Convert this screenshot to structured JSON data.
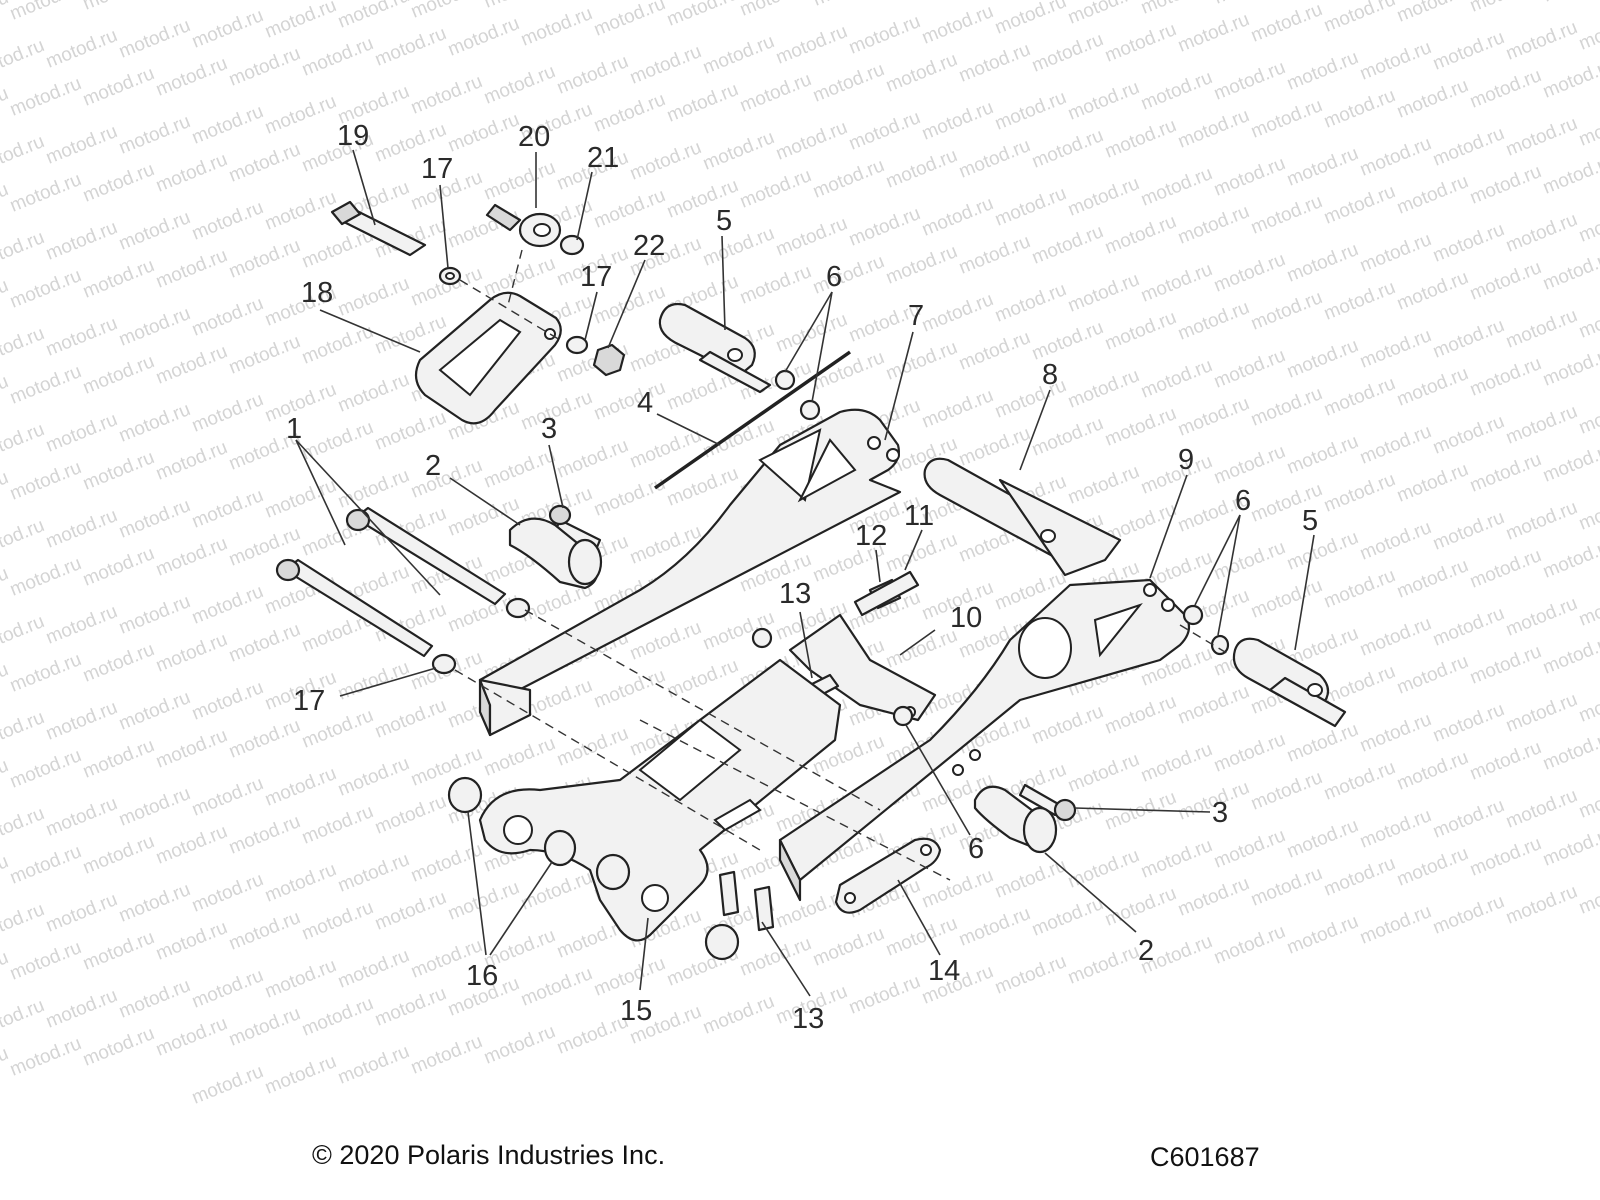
{
  "copyright": "© 2020 Polaris Industries Inc.",
  "drawing_number": "C601687",
  "watermark": "motod.ru",
  "callouts": [
    "19",
    "17",
    "20",
    "21",
    "22",
    "5",
    "6",
    "18",
    "17",
    "7",
    "4",
    "3",
    "8",
    "1",
    "2",
    "9",
    "6",
    "5",
    "12",
    "11",
    "13",
    "10",
    "17",
    "3",
    "6",
    "16",
    "15",
    "13",
    "14",
    "2"
  ]
}
